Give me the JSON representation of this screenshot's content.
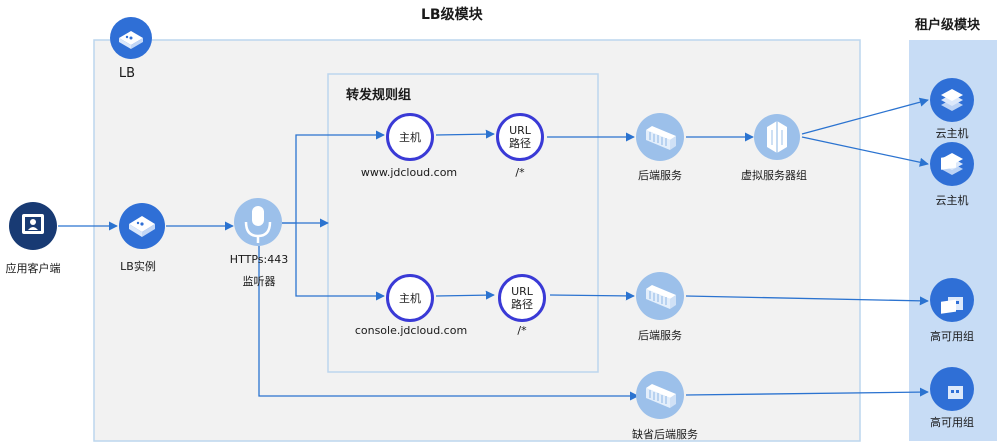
{
  "titles": {
    "lb_module": "LB级模块",
    "tenant_module": "租户级模块",
    "rule_group": "转发规则组",
    "lb": "LB"
  },
  "nodes": {
    "client": "应用客户端",
    "lb_instance": "LB实例",
    "listener_port": "HTTPs:443",
    "listener": "监听器",
    "host1_label": "主机",
    "host1_domain": "www.jdcloud.com",
    "url1_line1": "URL",
    "url1_line2": "路径",
    "url1_path": "/*",
    "backend1": "后端服务",
    "vm_group": "虚拟服务器组",
    "host2_label": "主机",
    "host2_domain": "console.jdcloud.com",
    "url2_line1": "URL",
    "url2_line2": "路径",
    "url2_path": "/*",
    "backend2": "后端服务",
    "default_backend": "缺省后端服务",
    "cloud_host1": "云主机",
    "cloud_host2": "云主机",
    "ha_group1": "高可用组",
    "ha_group2": "高可用组"
  },
  "colors": {
    "accent": "#2f6fd6",
    "line": "#2b73d0",
    "node_border": "#3a3ad6",
    "box_fill": "#f2f2f2",
    "box_border": "#bcd6ee",
    "tenant_fill": "#c7dcf5"
  }
}
